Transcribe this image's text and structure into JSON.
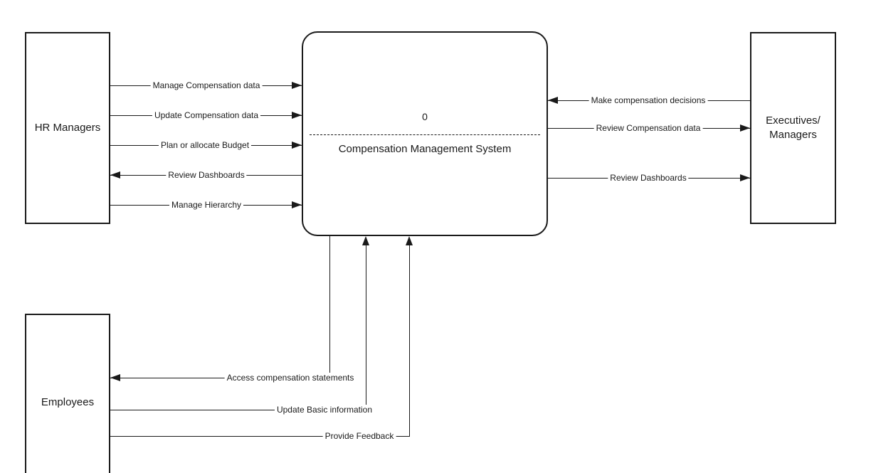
{
  "process": {
    "number": "0",
    "name": "Compensation Management System"
  },
  "entities": {
    "hr": {
      "label": "HR Managers"
    },
    "executives": {
      "label": "Executives/\nManagers"
    },
    "employees": {
      "label": "Employees"
    }
  },
  "flows": [
    {
      "label": "Manage Compensation data",
      "from": "HR Managers",
      "to": "Compensation Management System"
    },
    {
      "label": "Update Compensation data",
      "from": "HR Managers",
      "to": "Compensation Management System"
    },
    {
      "label": "Plan or allocate Budget",
      "from": "HR Managers",
      "to": "Compensation Management System"
    },
    {
      "label": "Review Dashboards",
      "from": "Compensation Management System",
      "to": "HR Managers"
    },
    {
      "label": "Manage Hierarchy",
      "from": "HR Managers",
      "to": "Compensation Management System"
    },
    {
      "label": "Make compensation decisions",
      "from": "Executives/Managers",
      "to": "Compensation Management System"
    },
    {
      "label": "Review Compensation data",
      "from": "Compensation Management System",
      "to": "Executives/Managers"
    },
    {
      "label": "Review Dashboards",
      "from": "Compensation Management System",
      "to": "Executives/Managers"
    },
    {
      "label": "Access compensation statements",
      "from": "Compensation Management System",
      "to": "Employees"
    },
    {
      "label": "Update Basic information",
      "from": "Employees",
      "to": "Compensation Management System"
    },
    {
      "label": "Provide Feedback",
      "from": "Employees",
      "to": "Compensation Management System"
    }
  ],
  "colors": {
    "line": "#1a1a1a",
    "background": "#ffffff"
  }
}
